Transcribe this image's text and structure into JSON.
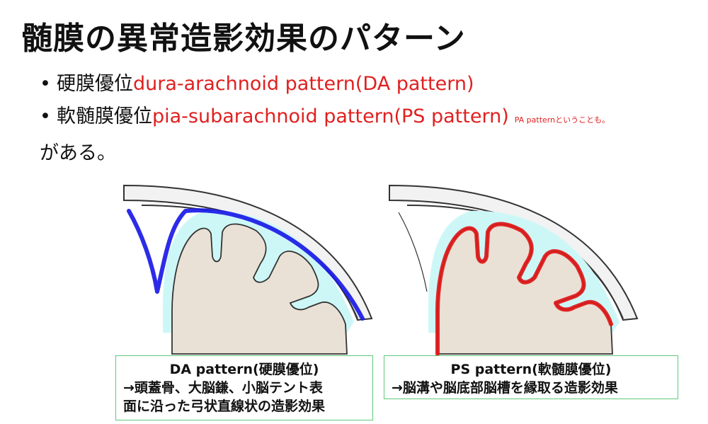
{
  "title": "髄膜の異常造影効果のパターン",
  "bullets": [
    {
      "dot": "•",
      "jp": "硬膜優位",
      "en": "dura-arachnoid pattern(DA pattern)",
      "note": ""
    },
    {
      "dot": "•",
      "jp": "軟髄膜優位",
      "en": "pia-subarachnoid pattern(PS pattern)",
      "note": "PA patternということも。"
    }
  ],
  "tail": "がある。",
  "captions": {
    "da": {
      "head": "DA pattern(硬膜優位)",
      "line1": "→頭蓋骨、大脳鎌、小脳テント表",
      "line2": "面に沿った弓状直線状の造影効果"
    },
    "ps": {
      "head": "PS pattern(軟髄膜優位)",
      "line1": "→脳溝や脳底部脳槽を縁取る造影効果"
    }
  },
  "colors": {
    "dura_enhance": "#1a1ae6",
    "pia_enhance": "#e01818",
    "csf": "#cdf7f7",
    "brain": "#eae1d6",
    "skull": "#f2f2f2"
  }
}
